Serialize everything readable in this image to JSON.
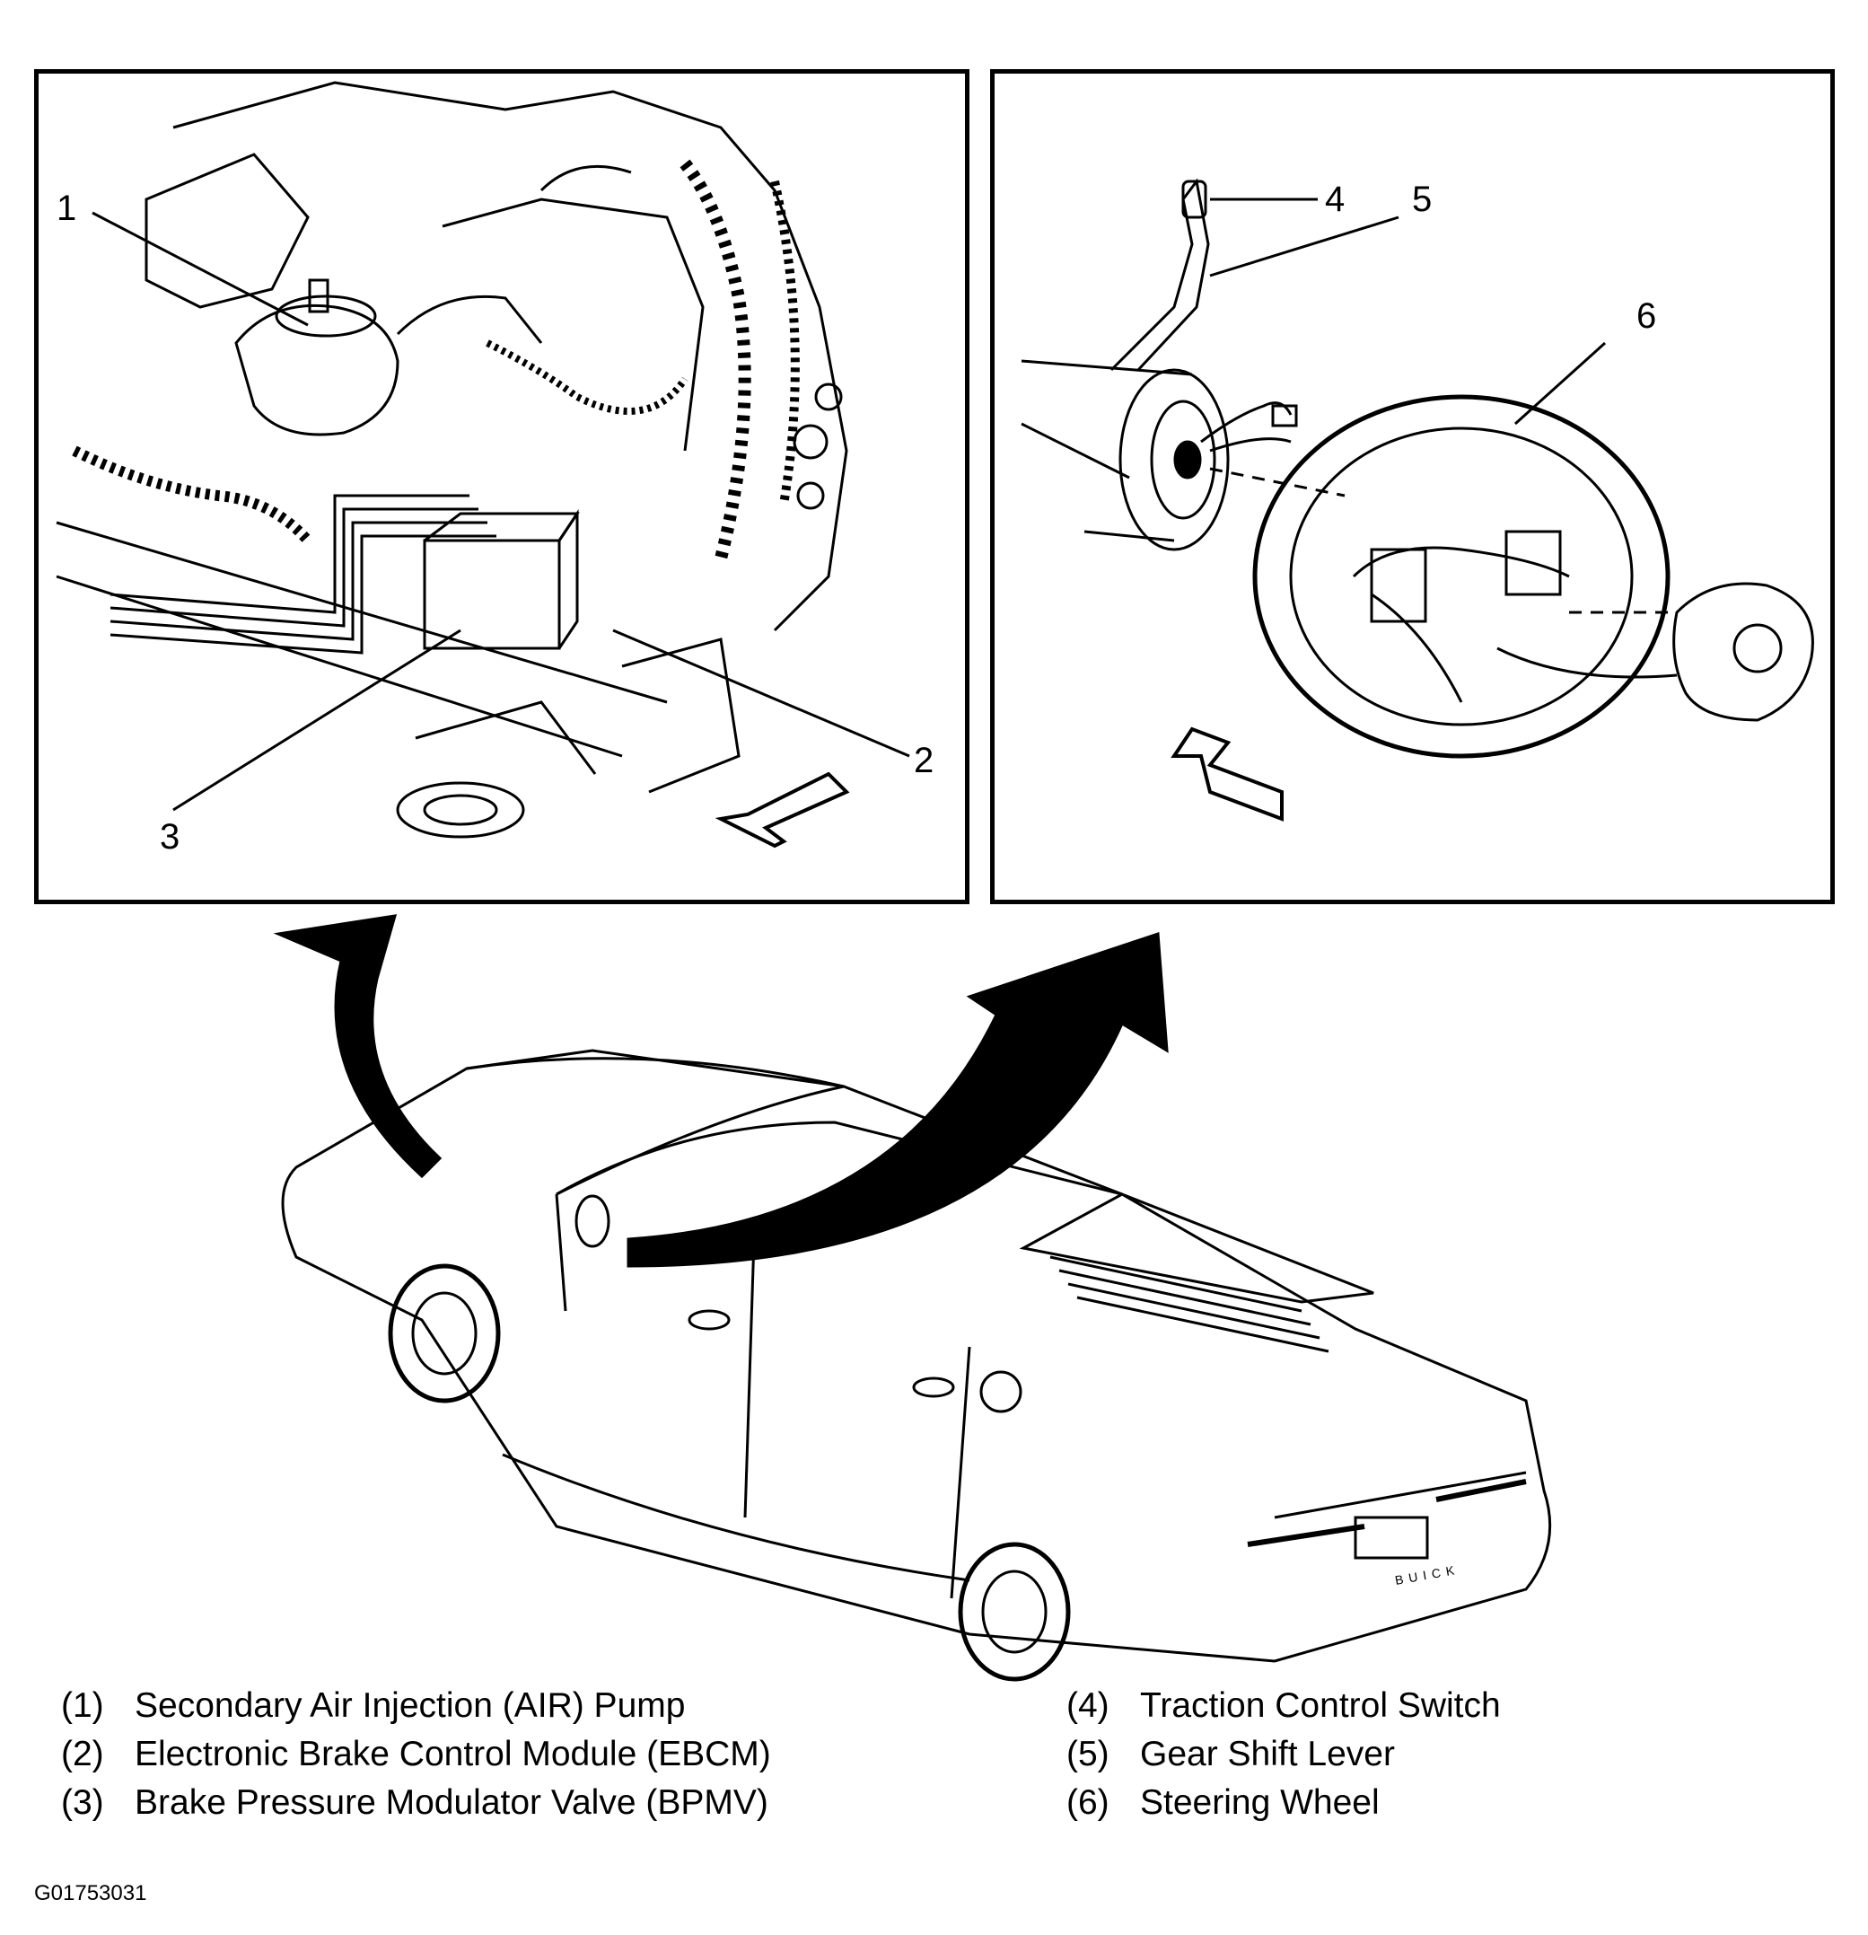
{
  "callouts": {
    "c1": "1",
    "c2": "2",
    "c3": "3",
    "c4": "4",
    "c5": "5",
    "c6": "6"
  },
  "legend_left": [
    {
      "num": "(1)",
      "label": "Secondary Air Injection (AIR) Pump"
    },
    {
      "num": "(2)",
      "label": "Electronic Brake Control Module (EBCM)"
    },
    {
      "num": "(3)",
      "label": "Brake Pressure Modulator Valve (BPMV)"
    }
  ],
  "legend_right": [
    {
      "num": "(4)",
      "label": "Traction Control Switch"
    },
    {
      "num": "(5)",
      "label": "Gear Shift Lever"
    },
    {
      "num": "(6)",
      "label": "Steering Wheel"
    }
  ],
  "figure_code": "G01753031",
  "car_badge": "BUICK",
  "colors": {
    "line": "#000000",
    "background": "#ffffff"
  }
}
